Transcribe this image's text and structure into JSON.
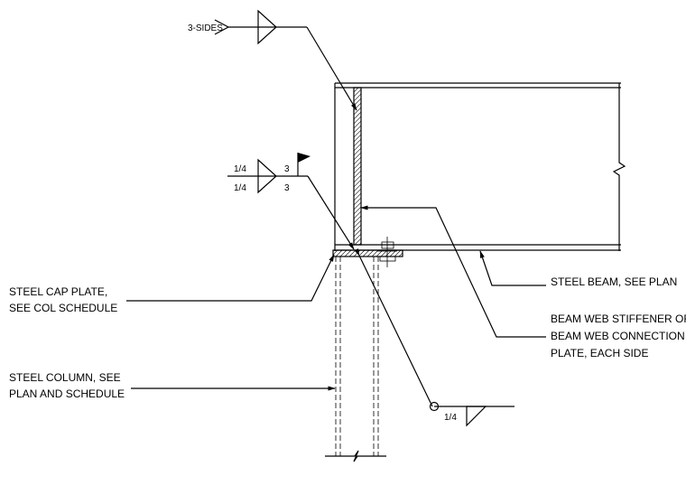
{
  "labels": {
    "three_sides": "3-SIDES",
    "weld_size_top": "1/4",
    "weld_size_bottom": "1/4",
    "weld_length_top": "3",
    "weld_length_bottom": "3",
    "cap_plate_line1": "STEEL CAP PLATE,",
    "cap_plate_line2": "SEE COL SCHEDULE",
    "column_line1": "STEEL COLUMN, SEE",
    "column_line2": "PLAN AND SCHEDULE",
    "beam": "STEEL BEAM, SEE PLAN",
    "stiffener_line1": "BEAM WEB STIFFENER OR",
    "stiffener_line2": "BEAM WEB CONNECTION",
    "stiffener_line3": "PLATE, EACH SIDE",
    "bottom_weld_size": "1/4"
  }
}
